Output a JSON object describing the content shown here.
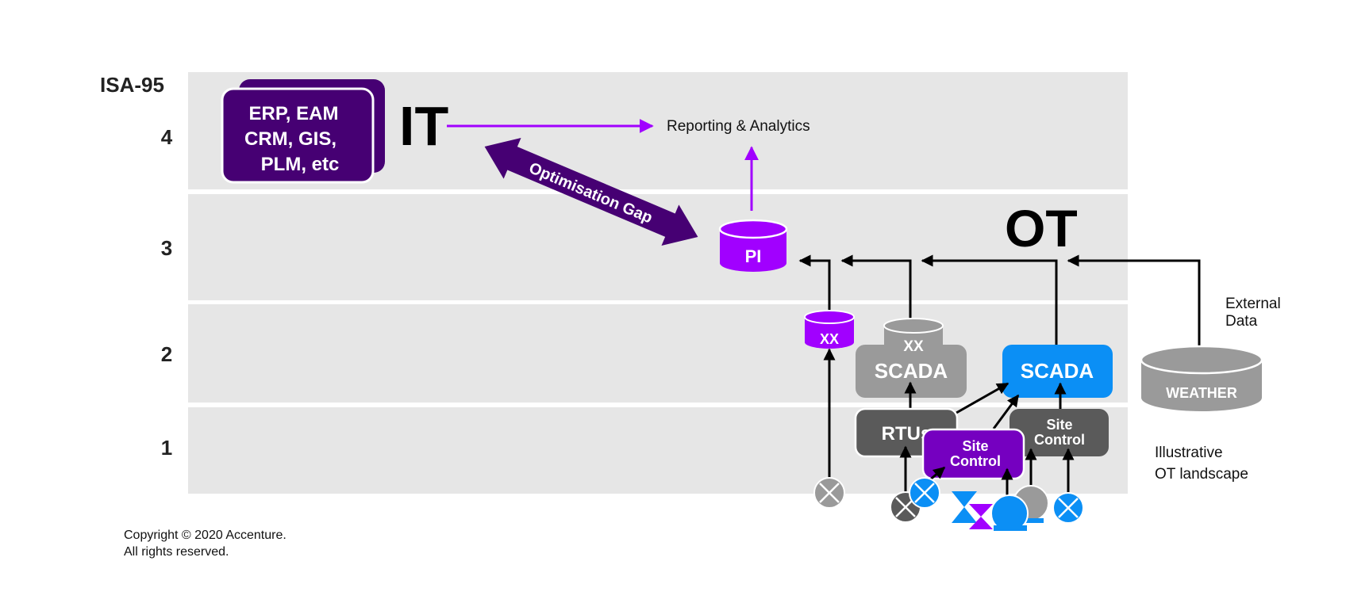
{
  "standard_label": "ISA-95",
  "levels": [
    "4",
    "3",
    "2",
    "1"
  ],
  "enterprise_box": {
    "lines": [
      "ERP, EAM",
      "CRM, GIS,",
      "PLM, etc"
    ]
  },
  "it_label": "IT",
  "ot_label": "OT",
  "reporting_label": "Reporting & Analytics",
  "optimisation_gap_label": "Optimisation Gap",
  "pi_label": "PI",
  "xx_label": "XX",
  "scada_label": "SCADA",
  "rtus_label": "RTUs",
  "site_control_lines": [
    "Site",
    "Control"
  ],
  "weather_label": "WEATHER",
  "external_data_lines": [
    "External",
    "Data"
  ],
  "landscape_lines": [
    "Illustrative",
    "OT landscape"
  ],
  "copyright_lines": [
    "Copyright © 2020 Accenture.",
    "All rights reserved."
  ],
  "colors": {
    "band": "#e6e6e6",
    "dark_purple": "#460073",
    "purple": "#a100ff",
    "mid_purple": "#7500c0",
    "blue": "#0b8ff5",
    "grey": "#9a9a9a",
    "dark_grey": "#5a5a5a",
    "black": "#000000"
  }
}
